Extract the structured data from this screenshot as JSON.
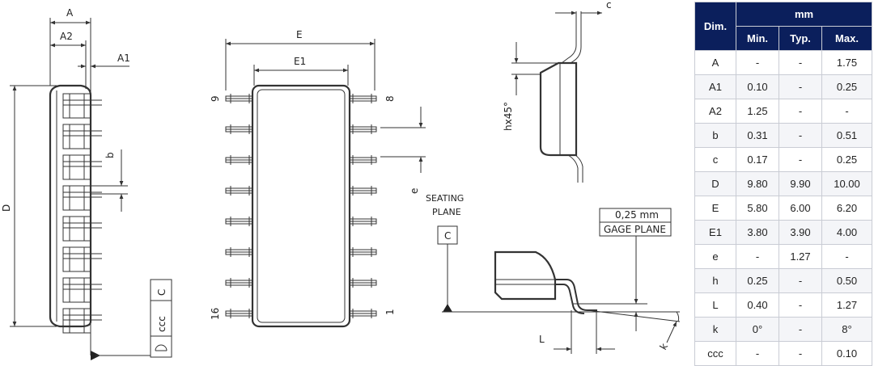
{
  "drawing": {
    "side_view": {
      "labels": {
        "A": "A",
        "A2": "A2",
        "A1": "A1",
        "b": "b",
        "D": "D"
      },
      "tolerance_frame": {
        "ccc": "ccc",
        "datum": "C"
      }
    },
    "top_view": {
      "labels": {
        "E": "E",
        "E1": "E1",
        "e": "e"
      },
      "pin_numbers": {
        "pin9": "9",
        "pin8": "8",
        "pin16": "16",
        "pin1": "1"
      }
    },
    "detail_view": {
      "labels": {
        "c": "c",
        "h": "hx45°"
      }
    },
    "seating_view": {
      "seating_plane_line1": "SEATING",
      "seating_plane_line2": "PLANE",
      "datum": "C",
      "gage_value": "0,25  mm",
      "gage_label": "GAGE  PLANE",
      "L": "L",
      "k": "k"
    }
  },
  "table": {
    "header": {
      "dim": "Dim.",
      "unit": "mm",
      "min": "Min.",
      "typ": "Typ.",
      "max": "Max."
    },
    "rows": [
      {
        "dim": "A",
        "min": "-",
        "typ": "-",
        "max": "1.75"
      },
      {
        "dim": "A1",
        "min": "0.10",
        "typ": "-",
        "max": "0.25"
      },
      {
        "dim": "A2",
        "min": "1.25",
        "typ": "-",
        "max": "-"
      },
      {
        "dim": "b",
        "min": "0.31",
        "typ": "-",
        "max": "0.51"
      },
      {
        "dim": "c",
        "min": "0.17",
        "typ": "-",
        "max": "0.25"
      },
      {
        "dim": "D",
        "min": "9.80",
        "typ": "9.90",
        "max": "10.00"
      },
      {
        "dim": "E",
        "min": "5.80",
        "typ": "6.00",
        "max": "6.20"
      },
      {
        "dim": "E1",
        "min": "3.80",
        "typ": "3.90",
        "max": "4.00"
      },
      {
        "dim": "e",
        "min": "-",
        "typ": "1.27",
        "max": "-"
      },
      {
        "dim": "h",
        "min": "0.25",
        "typ": "-",
        "max": "0.50"
      },
      {
        "dim": "L",
        "min": "0.40",
        "typ": "-",
        "max": "1.27"
      },
      {
        "dim": "k",
        "min": "0°",
        "typ": "-",
        "max": "8°"
      },
      {
        "dim": "ccc",
        "min": "-",
        "typ": "-",
        "max": "0.10"
      }
    ]
  }
}
